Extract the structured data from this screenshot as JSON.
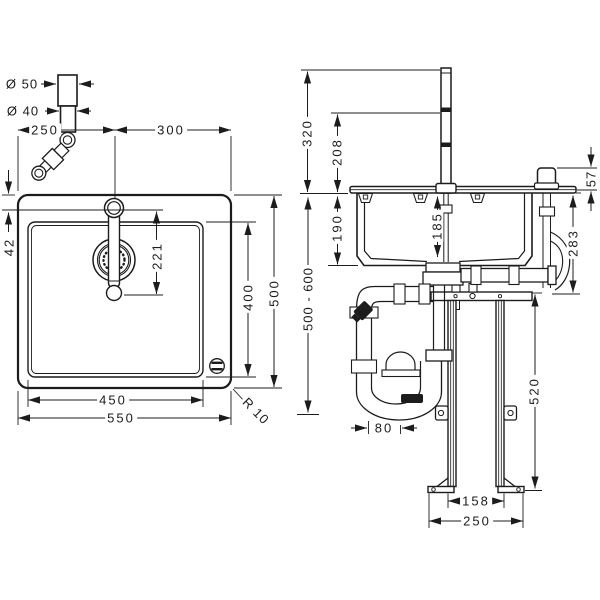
{
  "drawing": {
    "title_hint": "sink and faucet installation dimensional drawing",
    "background_color": "#ffffff",
    "line_color": "#1c1c1c",
    "plan_view": {
      "dims": {
        "tailpiece_diameter": "Ø 50",
        "pipe_diameter": "Ø 40",
        "tap_offset_from_left_edge": "250",
        "tap_offset_to_right_edge": "300",
        "edge_to_tap_axis": "42",
        "tap_axis_to_lever_end": "221",
        "bowl_front_to_back": "400",
        "sink_front_to_back": "500",
        "bowl_width": "450",
        "sink_width": "550",
        "corner_radius": "R 10"
      }
    },
    "side_view": {
      "dims": {
        "spout_top_height": "320",
        "spout_outlet_height": "208",
        "bowl_outer_depth": "190",
        "bowl_inner_depth": "185",
        "connection_drop_below_counter": "283",
        "control_unit_height": "57",
        "counter_height_range": "500 - 600",
        "frame_height": "520",
        "trap_offset": "80",
        "frame_inner_width": "158",
        "frame_outer_width": "250"
      }
    }
  }
}
